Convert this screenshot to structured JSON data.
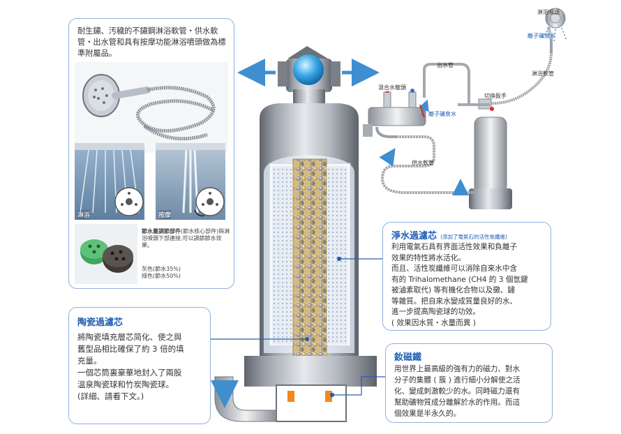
{
  "top_card": {
    "description": "耐生鏽、汚穢的不鏽鋼淋浴軟管・供水軟管・出水管和具有按摩功能淋浴噴頭做為標準附屬品。",
    "mode_labels": [
      "淋浴",
      "按摩"
    ],
    "saver_title": "節水量調節部件",
    "saver_title_note": "(節水核心部件)",
    "saver_desc": "與淋浴噴頭下部連接,可以調節節水效果。",
    "saver_colors": [
      "灰色(節水35%)",
      "綠色(節水50%)"
    ]
  },
  "ceramic_card": {
    "title": "陶瓷過濾芯",
    "body": [
      "將陶瓷填充層芯简化、使之與",
      "舊型品相比確保了約 3 倍的填",
      "充量。",
      "一個芯筒裏豪華地封入了兩股",
      "溫泉陶瓷球和竹炭陶瓷球。",
      "(詳細、請看下文。)"
    ]
  },
  "filter_card": {
    "title": "淨水過濾芯",
    "subtitle": "(添加了電氣石的活性炭纖維)",
    "body": [
      "利用電氣石具有界面活性效果和負離子",
      "效果的特性將水活化。",
      "而且、活性炭纖維可以消除自來水中含",
      "有的 Trihalomethane (CH4 的 3 個氫鍵",
      "被滷素取代) 等有機化合物以及黴、鏽",
      "等雜質。把自來水變成質量良好的水、",
      "進一步提高陶瓷球的功效。",
      "( 效果因水質・水量而異 )"
    ]
  },
  "magnet_card": {
    "title": "釹磁鐵",
    "body": [
      "用世界上最高級的強有力的磁力、對水",
      "分子的集體 ( 簇 ) 進行細小分解使之活",
      "化、變成刺激較少的水。同時磁力還有",
      "幫助礦物質成分離解於水的作用。而這",
      "個效果是半永久的。"
    ]
  },
  "install_diagram": {
    "labels": {
      "shower_head": "淋浴噴頭",
      "ion_water_1": "離子礦泉水",
      "outlet_pipe": "出水管",
      "shower_hose": "淋浴軟管",
      "mixing_faucet": "混合水龍頭",
      "switch_handle": "切換扳手",
      "ion_water_2": "離子礦泉水",
      "supply_pipe": "供水軟管"
    }
  },
  "colors": {
    "accent_blue": "#1f5fb5",
    "card_border": "#8fb0dd",
    "leader_line": "#2a5db0"
  }
}
